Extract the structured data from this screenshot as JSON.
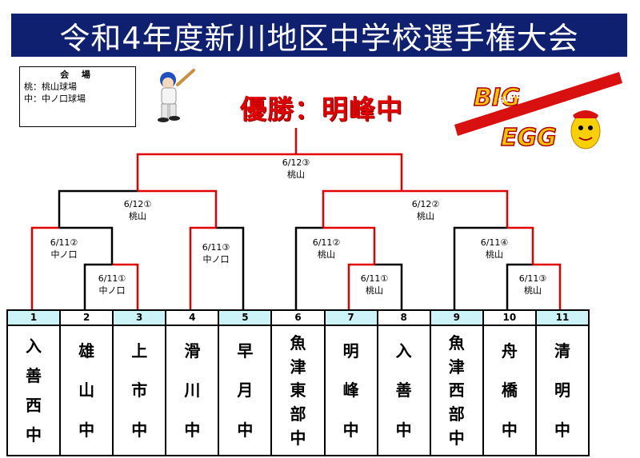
{
  "title": "令和4年度新川地区中学校選手権大会",
  "venue": {
    "heading": "会 場",
    "lines": [
      "桃：桃山球場",
      "中：中ノ口球場"
    ]
  },
  "winner": "優勝：明峰中",
  "logo": {
    "big": "BIG",
    "sub": "SUPER BATTING",
    "egg": "EGG"
  },
  "matches": {
    "final": {
      "date": "6/12③",
      "venue": "桃山"
    },
    "semi_left": {
      "date": "6/12①",
      "venue": "桃山"
    },
    "semi_right": {
      "date": "6/12②",
      "venue": "桃山"
    },
    "q1": {
      "date": "6/11②",
      "venue": "中ノ口"
    },
    "q1_sub": {
      "date": "6/11①",
      "venue": "中ノ口"
    },
    "q2": {
      "date": "6/11③",
      "venue": "中ノ口"
    },
    "q3": {
      "date": "6/11②",
      "venue": "桃山"
    },
    "q3_sub": {
      "date": "6/11①",
      "venue": "桃山"
    },
    "q4": {
      "date": "6/11④",
      "venue": "桃山"
    },
    "q4_sub": {
      "date": "6/11③",
      "venue": "桃山"
    }
  },
  "teams": [
    {
      "num": "1",
      "name": "入善西中",
      "chars": [
        "入",
        "善",
        "西",
        "中"
      ]
    },
    {
      "num": "2",
      "name": "雄山中",
      "chars": [
        "雄",
        "山",
        "中"
      ]
    },
    {
      "num": "3",
      "name": "上市中",
      "chars": [
        "上",
        "市",
        "中"
      ]
    },
    {
      "num": "4",
      "name": "滑川中",
      "chars": [
        "滑",
        "川",
        "中"
      ]
    },
    {
      "num": "5",
      "name": "早月中",
      "chars": [
        "早",
        "月",
        "中"
      ]
    },
    {
      "num": "6",
      "name": "魚津東部中",
      "chars": [
        "魚",
        "津",
        "東",
        "部",
        "中"
      ]
    },
    {
      "num": "7",
      "name": "明峰中",
      "chars": [
        "明",
        "峰",
        "中"
      ]
    },
    {
      "num": "8",
      "name": "入善中",
      "chars": [
        "入",
        "善",
        "中"
      ]
    },
    {
      "num": "9",
      "name": "魚津西部中",
      "chars": [
        "魚",
        "津",
        "西",
        "部",
        "中"
      ]
    },
    {
      "num": "10",
      "name": "舟橋中",
      "chars": [
        "舟",
        "橋",
        "中"
      ]
    },
    {
      "num": "11",
      "name": "清明中",
      "chars": [
        "清",
        "明",
        "中"
      ]
    }
  ],
  "colors": {
    "title_bg": "#102070",
    "win_line": "#e00000",
    "lose_line": "#000000",
    "num_highlight": "#ccf4f8"
  }
}
